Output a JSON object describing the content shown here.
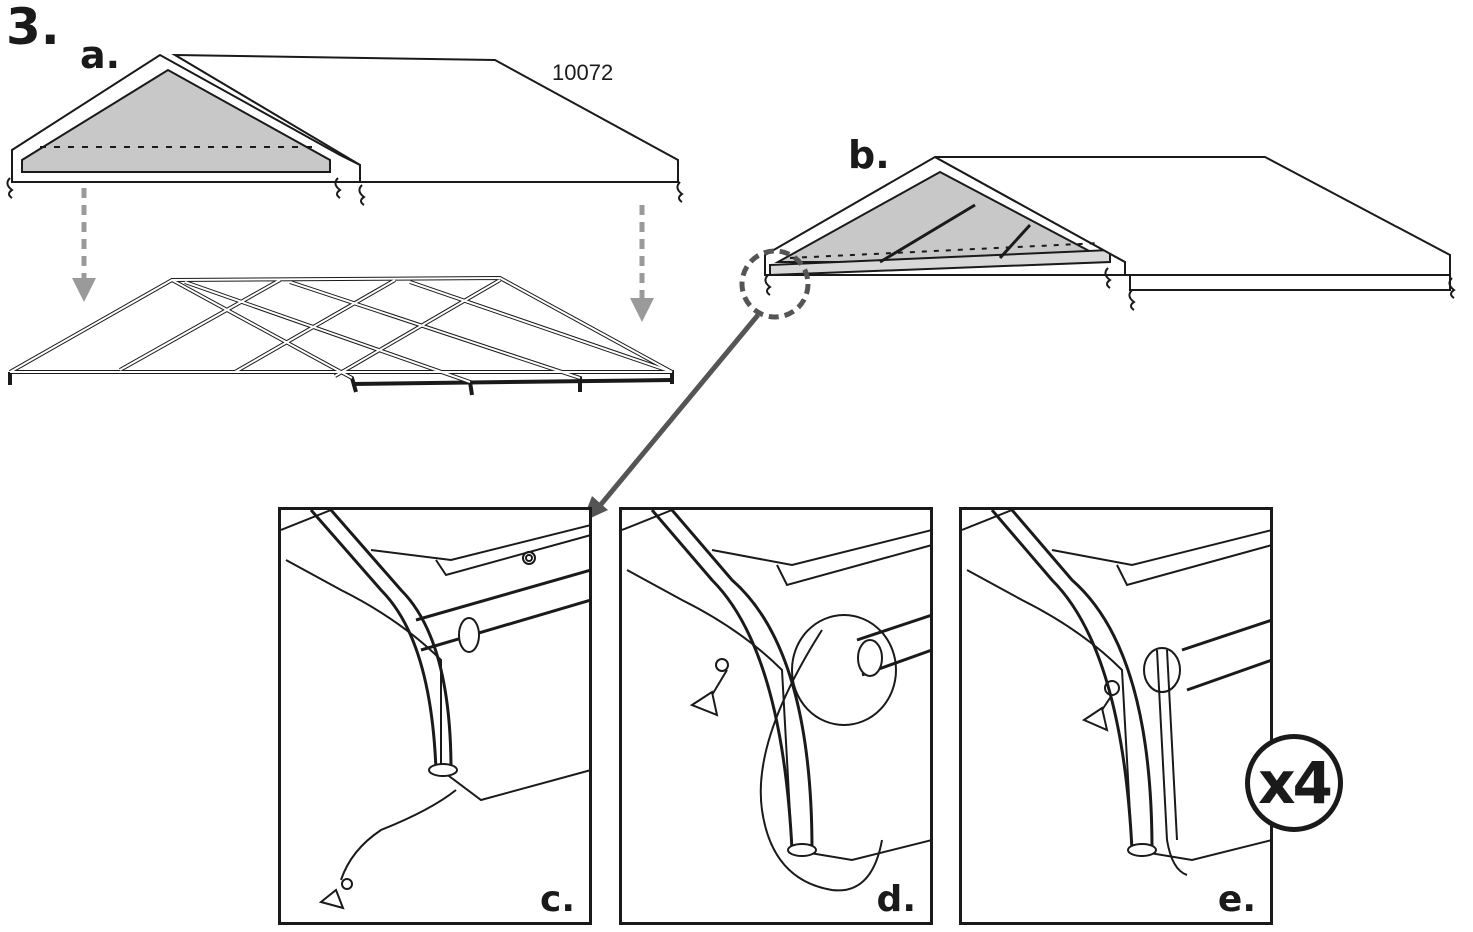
{
  "step": {
    "number": "3."
  },
  "part_number": "10072",
  "sub_steps": {
    "a": "a.",
    "b": "b.",
    "c": "c.",
    "d": "d.",
    "e": "e."
  },
  "repeat_badge": "x4",
  "colors": {
    "line": "#1a1a1a",
    "canopy_underside": "#c8c8c8",
    "guide_arrow": "#9a9a9a",
    "callout": "#555555"
  },
  "icons": [
    "down-arrow-icon",
    "callout-circle",
    "pointer-arrow-icon"
  ]
}
